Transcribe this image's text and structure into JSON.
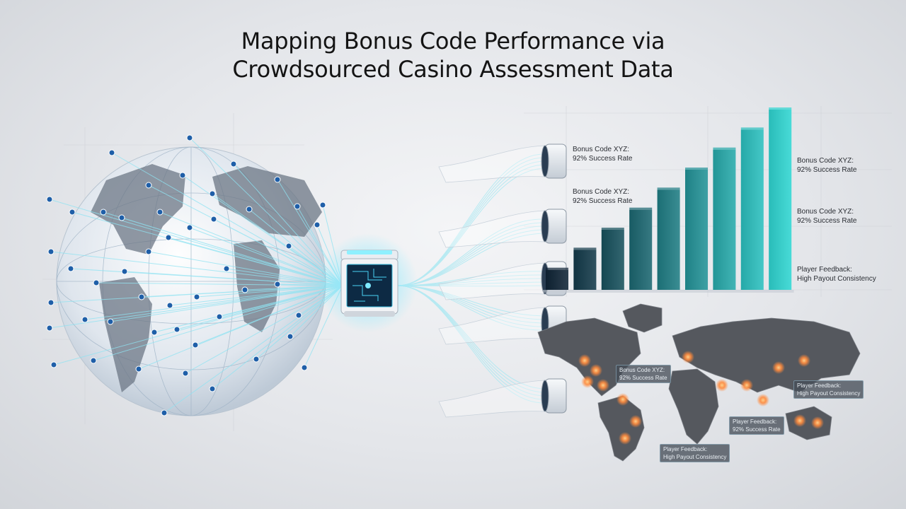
{
  "title": {
    "line1": "Mapping Bonus Code Performance via",
    "line2": "Crowdsourced Casino Assessment Data"
  },
  "colors": {
    "accent": "#2fd6d2",
    "bar_dark": "#0f2436",
    "globe_node": "#1f5fa8",
    "map_land": "#54575c",
    "hotspot": "#ff8a3d"
  },
  "pipe_labels": [
    {
      "line1": "Bonus Code XYZ:",
      "line2": "92% Success Rate"
    },
    {
      "line1": "Bonus Code XYZ:",
      "line2": "92% Success Rate"
    }
  ],
  "chart_labels": [
    {
      "line1": "Bonus Code XYZ:",
      "line2": "92% Success Rate"
    },
    {
      "line1": "Bonus Code XYZ:",
      "line2": "92% Success Rate"
    },
    {
      "line1": "Player Feedback:",
      "line2": "High Payout Consistency"
    }
  ],
  "map_tags": [
    {
      "line1": "Bonus Code XYZ:",
      "line2": "92% Success Rate"
    },
    {
      "line1": "Player Feedback:",
      "line2": "High Payout Consistency"
    },
    {
      "line1": "Player Feedback:",
      "line2": "92% Success Rate"
    },
    {
      "line1": "Player Feedback:",
      "line2": "High Payout Consistency"
    }
  ],
  "chart_data": {
    "type": "bar",
    "categories": [
      "",
      "",
      "",
      "",
      "",
      "",
      "",
      "",
      ""
    ],
    "values": [
      1,
      2,
      3,
      4,
      5,
      6,
      7,
      8,
      9
    ],
    "title": "",
    "xlabel": "",
    "ylabel": "",
    "grid": true
  },
  "icons": {
    "globe": "globe-icon",
    "processor": "processor-chip-icon",
    "pipe": "data-pipe-icon",
    "world_map": "world-map-icon"
  }
}
